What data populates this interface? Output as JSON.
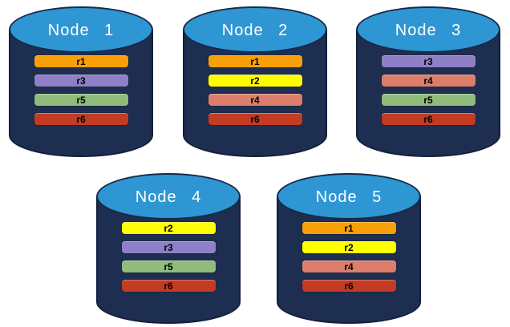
{
  "diagram": {
    "replica_colors": {
      "r1": "#F9A008",
      "r2": "#FFFF00",
      "r3": "#8F7FC6",
      "r4": "#DC7E6B",
      "r5": "#8FBC7A",
      "r6": "#C23B22"
    },
    "theme": {
      "cylinder_body": "#1E2E51",
      "cylinder_top": "#2E96D2",
      "cylinder_outline": "#16294A",
      "node_label_color": "#FFFFFF",
      "bar_label_color": "#000000",
      "background": "#FFFFFF"
    },
    "nodes": [
      {
        "label": "Node 1",
        "replicas": [
          "r1",
          "r3",
          "r5",
          "r6"
        ]
      },
      {
        "label": "Node 2",
        "replicas": [
          "r1",
          "r2",
          "r4",
          "r6"
        ]
      },
      {
        "label": "Node 3",
        "replicas": [
          "r3",
          "r4",
          "r5",
          "r6"
        ]
      },
      {
        "label": "Node 4",
        "replicas": [
          "r2",
          "r3",
          "r5",
          "r6"
        ]
      },
      {
        "label": "Node 5",
        "replicas": [
          "r1",
          "r2",
          "r4",
          "r6"
        ]
      }
    ]
  }
}
